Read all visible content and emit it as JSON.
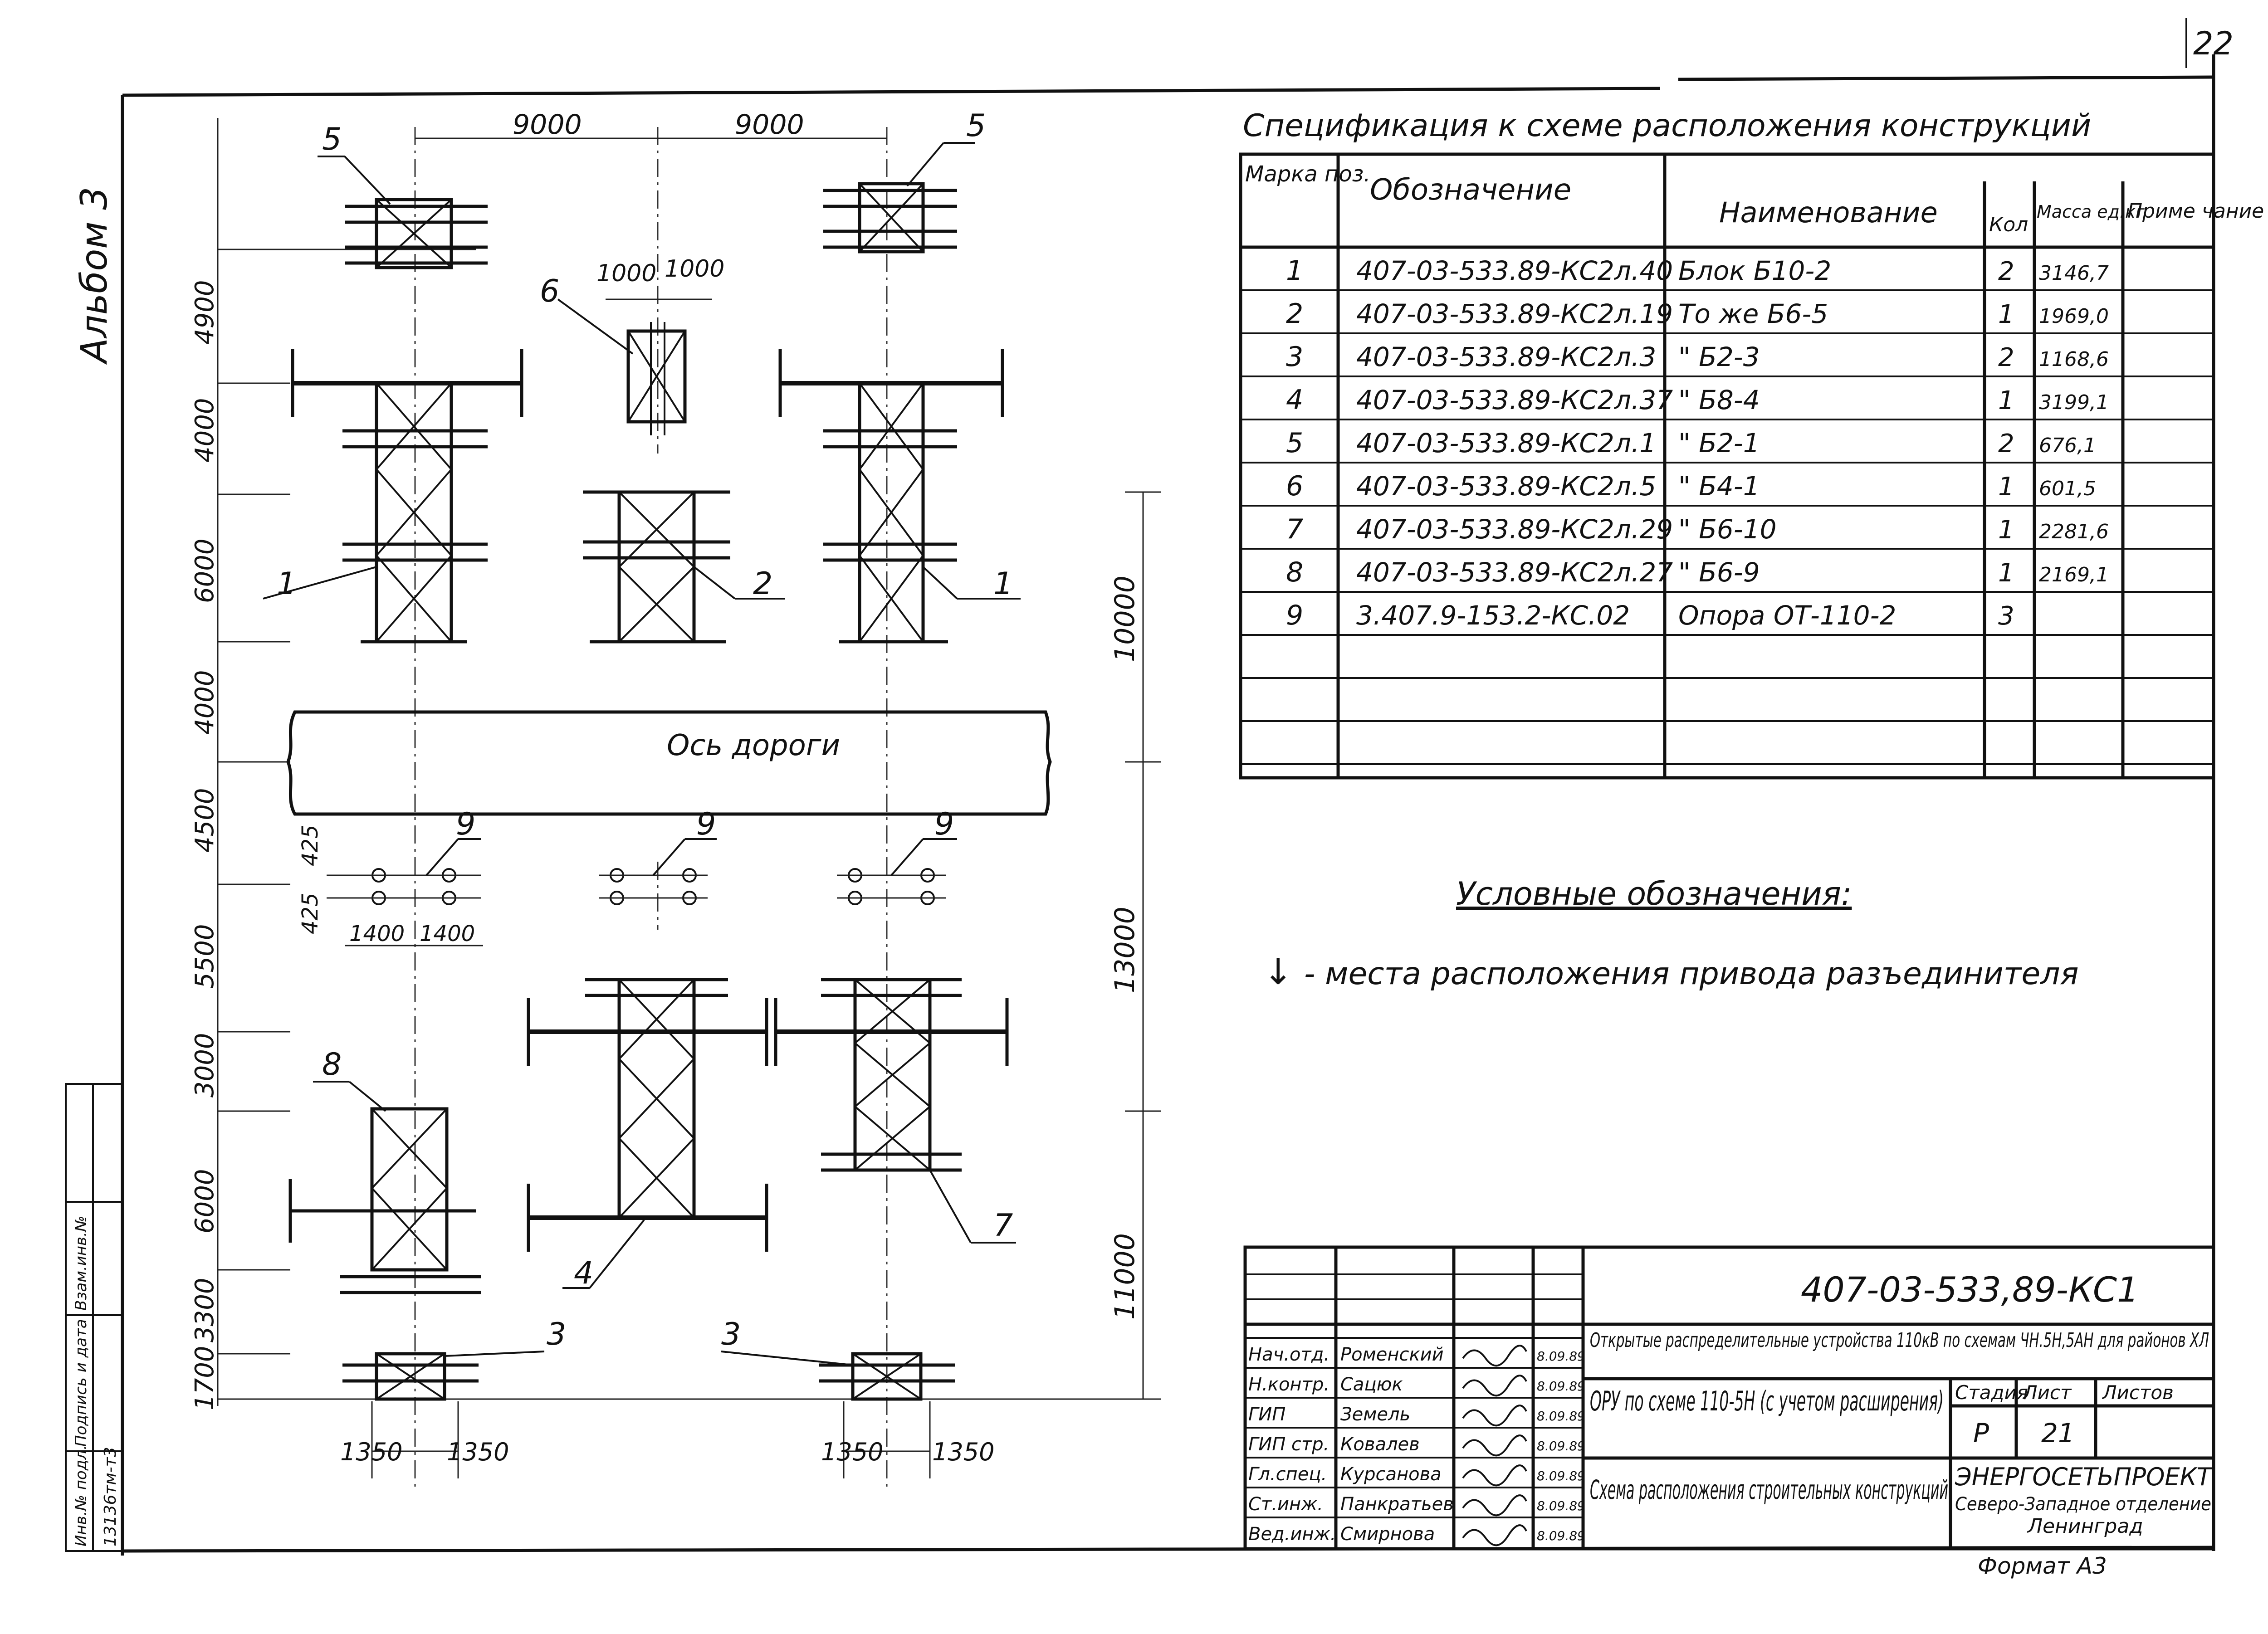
{
  "sheet_number": "22",
  "album_label": "Альбом 3",
  "drawing": {
    "road_label": "Ось дороги",
    "top_dims": [
      "9000",
      "9000"
    ],
    "gap_dims": [
      "1000",
      "1000"
    ],
    "left_dims": [
      "4900",
      "4000",
      "6000",
      "4000",
      "4500",
      "5500",
      "3000",
      "6000",
      "3300",
      "1700"
    ],
    "right_dims": [
      "10000",
      "13000",
      "11000"
    ],
    "support_dims": [
      "425",
      "425",
      "1400",
      "1400"
    ],
    "bottom_dims_left": [
      "1350",
      "1350"
    ],
    "bottom_dims_right": [
      "1350",
      "1350"
    ],
    "callouts": [
      "5",
      "5",
      "6",
      "1",
      "2",
      "1",
      "9",
      "9",
      "9",
      "8",
      "4",
      "7",
      "3",
      "3"
    ]
  },
  "spec": {
    "title": "Спецификация к схеме расположения конструкций",
    "headers": [
      "Марка поз.",
      "Обозначение",
      "Наименование",
      "Кол",
      "Масса ед.кг",
      "Приме чание"
    ],
    "rows": [
      [
        "1",
        "407-03-533.89-КС2л.40",
        "Блок   Б10-2",
        "2",
        "3146,7",
        ""
      ],
      [
        "2",
        "407-03-533.89-КС2л.19",
        "То же   Б6-5",
        "1",
        "1969,0",
        ""
      ],
      [
        "3",
        "407-03-533.89-КС2л.3",
        "\"   Б2-3",
        "2",
        "1168,6",
        ""
      ],
      [
        "4",
        "407-03-533.89-КС2л.37",
        "\"   Б8-4",
        "1",
        "3199,1",
        ""
      ],
      [
        "5",
        "407-03-533.89-КС2л.1",
        "\"   Б2-1",
        "2",
        "676,1",
        ""
      ],
      [
        "6",
        "407-03-533.89-КС2л.5",
        "\"   Б4-1",
        "1",
        "601,5",
        ""
      ],
      [
        "7",
        "407-03-533.89-КС2л.29",
        "\"   Б6-10",
        "1",
        "2281,6",
        ""
      ],
      [
        "8",
        "407-03-533.89-КС2л.27",
        "\"   Б6-9",
        "1",
        "2169,1",
        ""
      ],
      [
        "9",
        "3.407.9-153.2-КС.02",
        "Опора  ОТ-110-2",
        "3",
        "",
        ""
      ]
    ]
  },
  "legend": {
    "title": "Условные обозначения:",
    "arrow_glyph": "↓",
    "text": "- места расположения привода разъединителя"
  },
  "stamp": {
    "code": "407-03-533,89-КС1",
    "project": "Открытые распределительные устройства 110кВ по схемам ЧН.5Н,5АН для районов ХЛ",
    "object": "ОРУ по схеме 110-5Н (с учетом расширения)",
    "sheet_title": "Схема расположения строительных конструкций",
    "stage_header": "Стадия",
    "sheet_header": "Лист",
    "sheets_header": "Листов",
    "stage": "Р",
    "sheet": "21",
    "org_name": "ЭНЕРГОСЕТЬПРОЕКТ",
    "org_branch": "Северо-Западное отделение",
    "org_city": "Ленинград",
    "format": "Формат А3",
    "people": [
      {
        "role": "Нач.отд.",
        "name": "Роменский",
        "date": "8.09.89"
      },
      {
        "role": "Н.контр.",
        "name": "Сацюк",
        "date": "8.09.89"
      },
      {
        "role": "ГИП",
        "name": "Земель",
        "date": "8.09.89"
      },
      {
        "role": "ГИП стр.",
        "name": "Ковалев",
        "date": "8.09.89"
      },
      {
        "role": "Гл.спец.",
        "name": "Курсанова",
        "date": "8.09.89"
      },
      {
        "role": "Ст.инж.",
        "name": "Панкратьев",
        "date": "8.09.89"
      },
      {
        "role": "Вед.инж.",
        "name": "Смирнова",
        "date": "8.09.89"
      }
    ]
  },
  "side_stamp": {
    "labels": [
      "Инв.№ подл.",
      "Подпись и дата",
      "Взам.инв.№"
    ],
    "inv_value": "13136тм-т3"
  }
}
